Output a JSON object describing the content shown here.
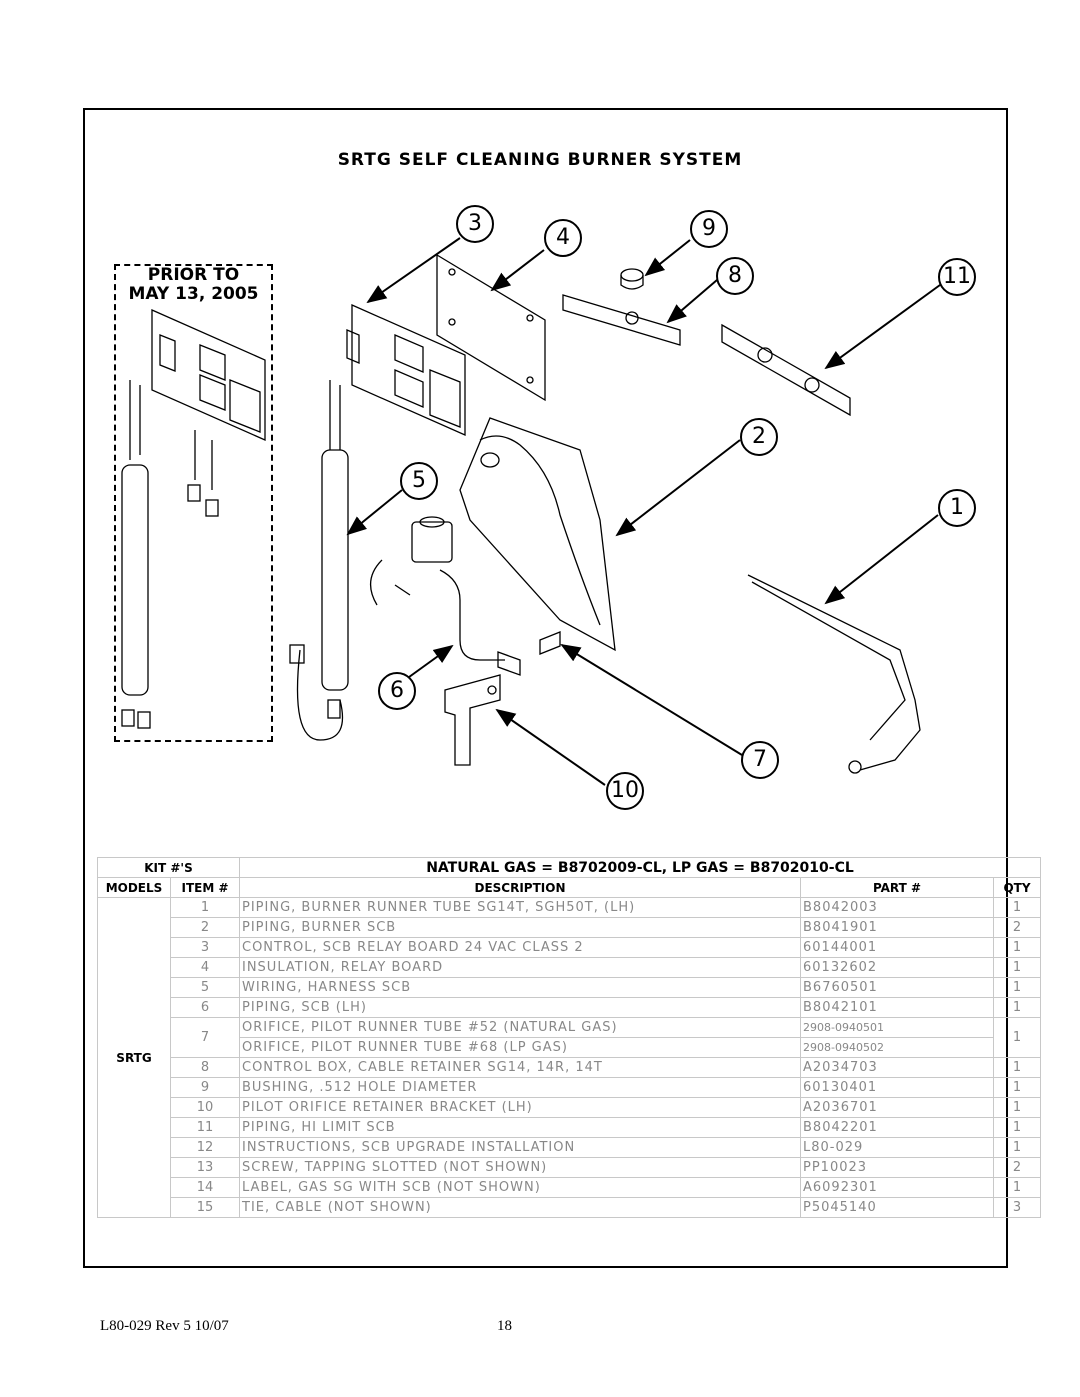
{
  "title": "SRTG SELF CLEANING BURNER SYSTEM",
  "prior_note": [
    "PRIOR TO",
    "MAY 13, 2005"
  ],
  "callouts": [
    "3",
    "4",
    "9",
    "8",
    "11",
    "2",
    "5",
    "1",
    "6",
    "7",
    "10"
  ],
  "table": {
    "kit_label": "KIT #'S",
    "kit_value": "NATURAL GAS = B8702009-CL, LP GAS = B8702010-CL",
    "headers": {
      "models": "MODELS",
      "item": "ITEM #",
      "description": "DESCRIPTION",
      "part": "PART #",
      "qty": "QTY"
    },
    "model": "SRTG",
    "rows": [
      {
        "item": "1",
        "desc": "PIPING, BURNER RUNNER TUBE SG14T, SGH50T, (LH)",
        "part": "B8042003",
        "qty": "1"
      },
      {
        "item": "2",
        "desc": "PIPING, BURNER SCB",
        "part": "B8041901",
        "qty": "2"
      },
      {
        "item": "3",
        "desc": "CONTROL, SCB RELAY BOARD 24 VAC CLASS 2",
        "part": "60144001",
        "qty": "1"
      },
      {
        "item": "4",
        "desc": "INSULATION, RELAY BOARD",
        "part": "60132602",
        "qty": "1"
      },
      {
        "item": "5",
        "desc": "WIRING, HARNESS SCB",
        "part": "B6760501",
        "qty": "1"
      },
      {
        "item": "6",
        "desc": "PIPING, SCB (LH)",
        "part": "B8042101",
        "qty": "1"
      },
      {
        "item": "7",
        "desc": "ORIFICE, PILOT RUNNER TUBE #52 (NATURAL GAS)",
        "part": "2908-0940501",
        "qty": "1"
      },
      {
        "item": "",
        "desc": "ORIFICE, PILOT RUNNER TUBE #68 (LP GAS)",
        "part": "2908-0940502",
        "qty": ""
      },
      {
        "item": "8",
        "desc": "CONTROL BOX, CABLE RETAINER SG14, 14R, 14T",
        "part": "A2034703",
        "qty": "1"
      },
      {
        "item": "9",
        "desc": "BUSHING, .512 HOLE DIAMETER",
        "part": "60130401",
        "qty": "1"
      },
      {
        "item": "10",
        "desc": "PILOT ORIFICE RETAINER BRACKET (LH)",
        "part": "A2036701",
        "qty": "1"
      },
      {
        "item": "11",
        "desc": "PIPING, HI LIMIT SCB",
        "part": "B8042201",
        "qty": "1"
      },
      {
        "item": "12",
        "desc": "INSTRUCTIONS, SCB UPGRADE INSTALLATION",
        "part": "L80-029",
        "qty": "1"
      },
      {
        "item": "13",
        "desc": "SCREW, TAPPING SLOTTED (NOT SHOWN)",
        "part": "PP10023",
        "qty": "2"
      },
      {
        "item": "14",
        "desc": "LABEL, GAS SG WITH SCB (NOT SHOWN)",
        "part": "A6092301",
        "qty": "1"
      },
      {
        "item": "15",
        "desc": "TIE, CABLE (NOT SHOWN)",
        "part": "P5045140",
        "qty": "3"
      }
    ]
  },
  "footer": {
    "doc": "L80-029 Rev 5  10/07",
    "page": "18"
  }
}
